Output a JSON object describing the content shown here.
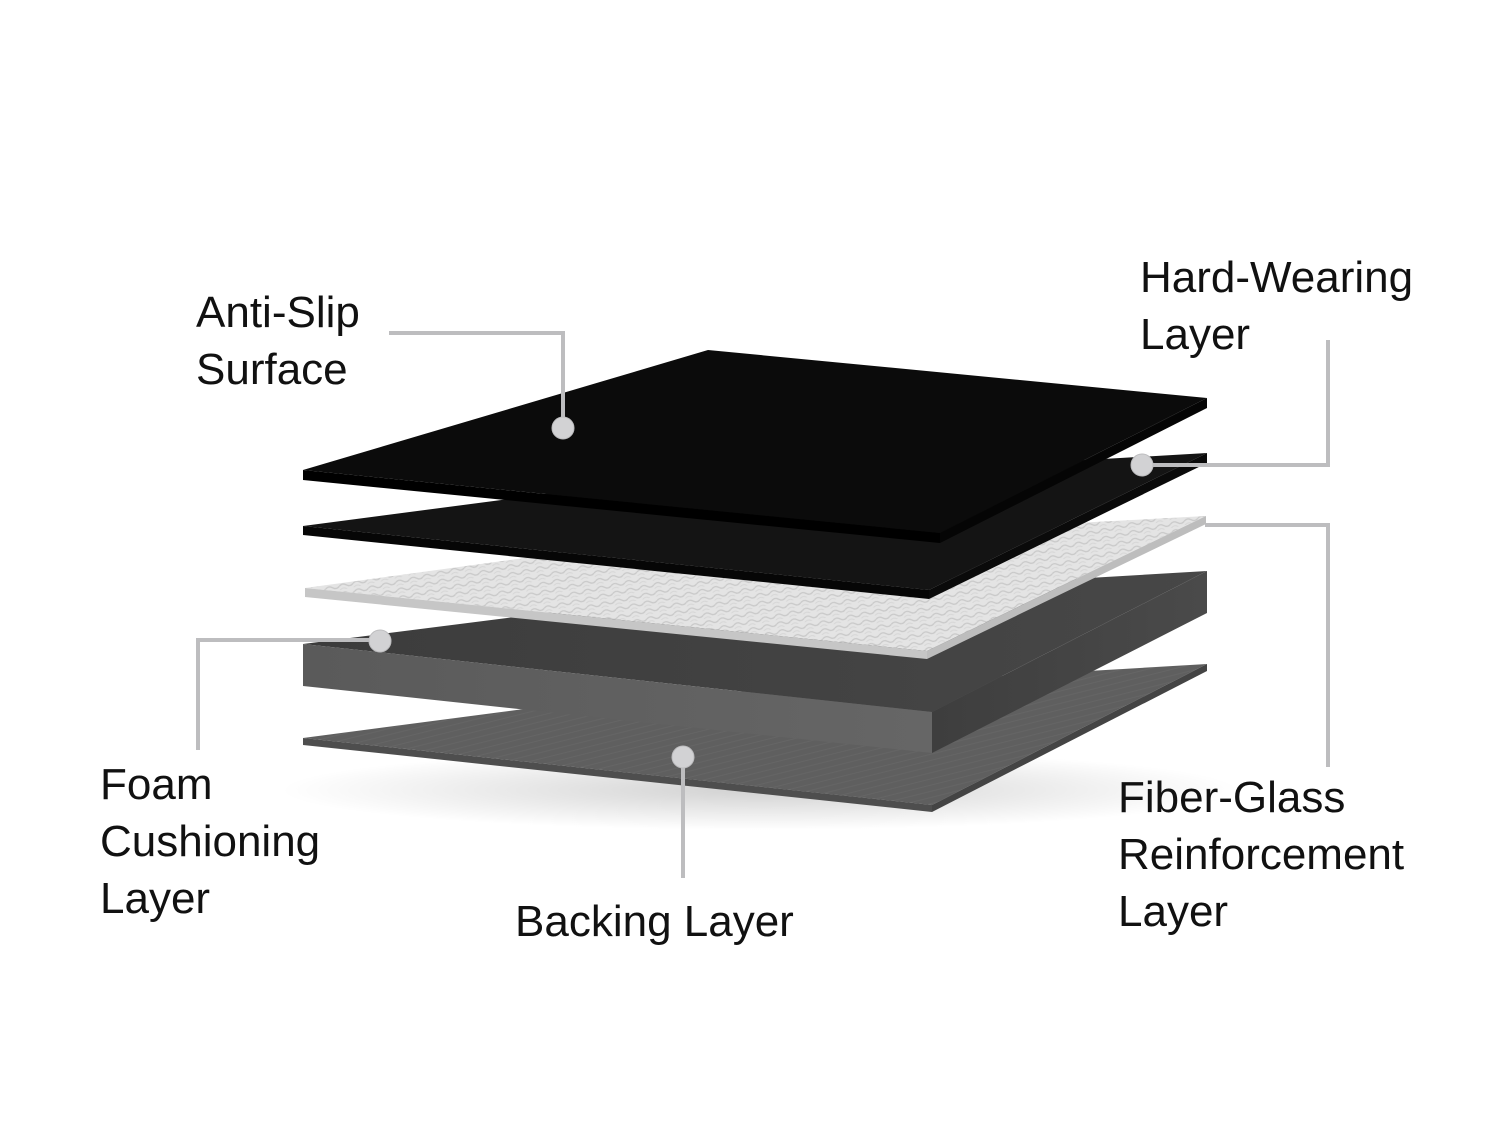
{
  "labels": {
    "anti_slip": [
      "Anti-Slip",
      "Surface"
    ],
    "hard_wearing": [
      "Hard-Wearing",
      "Layer"
    ],
    "foam": [
      "Foam",
      "Cushioning",
      "Layer"
    ],
    "backing": [
      "Backing Layer"
    ],
    "fiber_glass": [
      "Fiber-Glass",
      "Reinforcement",
      "Layer"
    ]
  },
  "colors": {
    "top_layer": "#0d0d0d",
    "hard_wearing_layer": "#111111",
    "fiber_glass_layer": "#e3e3e3",
    "foam_layer": "#4a4a4a",
    "backing_layer": "#5e5e5e",
    "leader_line": "#bdbdbf",
    "marker_dot": "#d2d2d4"
  }
}
